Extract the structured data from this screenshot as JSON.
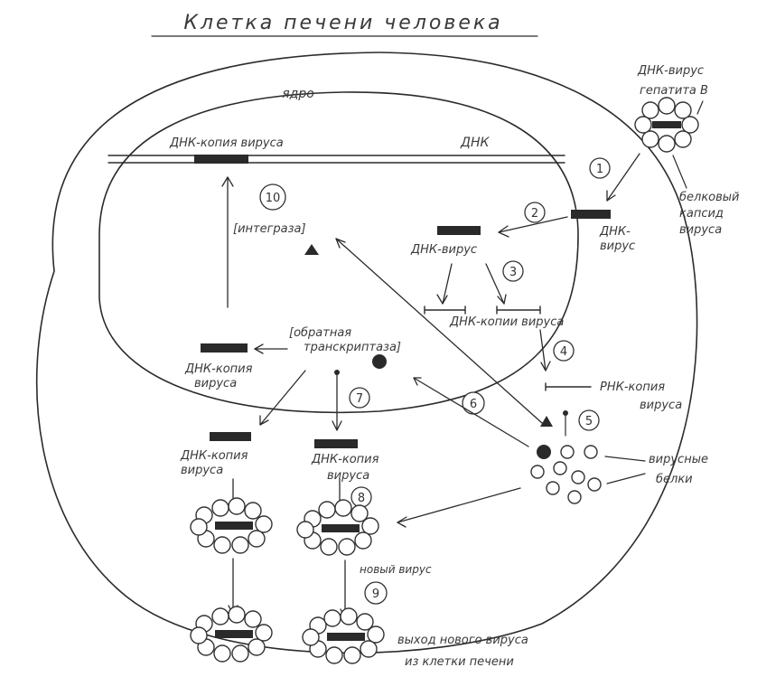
{
  "title": "Клетка печени человека",
  "nucleus_label": "ядро",
  "dna_label": "ДНК",
  "labels": {
    "dna_copy_in_chromosome": "ДНК-копия вируса",
    "virus_dna_hepatitis_b_1": "ДНК-вирус",
    "virus_dna_hepatitis_b_2": "гепатита В",
    "protein_capsid_1": "белковый",
    "protein_capsid_2": "капсид",
    "protein_capsid_3": "вируса",
    "virus_dna_cyto_1": "ДНК-",
    "virus_dna_cyto_2": "вирус",
    "virus_dna_nucleus": "ДНК-вирус",
    "dna_copies_nucleus": "ДНК-копии вируса",
    "integrase": "[интеграза]",
    "reverse_transcriptase_1": "[обратная",
    "reverse_transcriptase_2": "транскриптаза]",
    "dna_copy_left_1": "ДНК-копия",
    "dna_copy_left_2": "вируса",
    "rna_copy_1": "РНК-копия",
    "rna_copy_2": "вируса",
    "viral_proteins_1": "вирусные",
    "viral_proteins_2": "белки",
    "dna_copy_bottom_left_1": "ДНК-копия",
    "dna_copy_bottom_left_2": "вируса",
    "dna_copy_bottom_mid_1": "ДНК-копия",
    "dna_copy_bottom_mid_2": "вируса",
    "new_virus": "новый вирус",
    "exit_1": "выход нового вируса",
    "exit_2": "из клетки печени"
  },
  "step_numbers": [
    "1",
    "2",
    "3",
    "4",
    "5",
    "6",
    "7",
    "8",
    "9",
    "10"
  ]
}
